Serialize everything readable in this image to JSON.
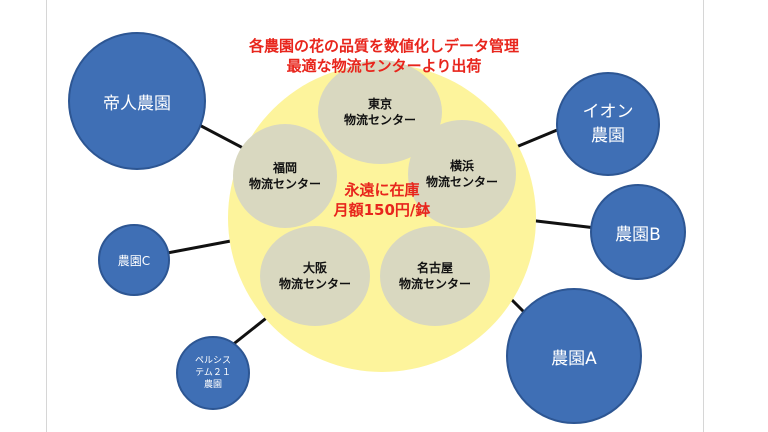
{
  "headline": {
    "line1": "各農園の花の品質を数値化しデータ管理",
    "line2": "最適な物流センターより出荷"
  },
  "core": {
    "line1": "永遠に在庫",
    "line2": "月額150円/鉢"
  },
  "centers": {
    "tokyo": {
      "name": "東京",
      "sub": "物流センター"
    },
    "fukuoka": {
      "name": "福岡",
      "sub": "物流センター"
    },
    "yokohama": {
      "name": "横浜",
      "sub": "物流センター"
    },
    "osaka": {
      "name": "大阪",
      "sub": "物流センター"
    },
    "nagoya": {
      "name": "名古屋",
      "sub": "物流センター"
    }
  },
  "farms": {
    "teijin": {
      "line1": "帝人農園"
    },
    "aeon": {
      "line1": "イオン",
      "line2": "農園"
    },
    "b": {
      "line1": "農園B"
    },
    "c": {
      "line1": "農園C"
    },
    "a": {
      "line1": "農園A"
    },
    "pelsystem": {
      "line1": "ペルシス",
      "line2": "テム２１",
      "line3": "農園"
    }
  },
  "colors": {
    "hub": "#fdf49c",
    "center_node": "#d9d8c0",
    "farm_node": "#3f6fb5",
    "highlight_text": "#e8251c"
  }
}
